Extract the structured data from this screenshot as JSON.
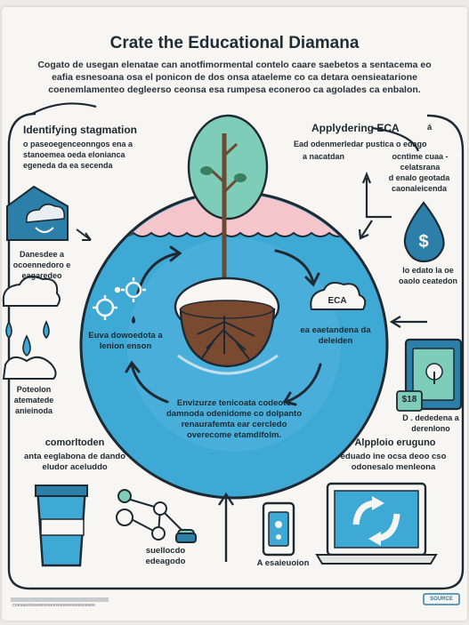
{
  "title": "Crate the Educational Diamana",
  "intro": "Cogato de usegan elenatae can anotfimormental contelo caare saebetos a sentacema eo eafia esnesoana osa el ponicon de dos onsa ataeleme co ca detara oensieatarione coenemlamenteo degleerso ceonsa esa rumpesa econeroo ca agolades ca enbalon.",
  "left_heading": "Identifying stagmation",
  "left_text": "o paseoegenceonngos ena a stanoemea oeda elonianca egeneda da ea secenda",
  "right_heading": "Applydering ECA",
  "right_heading_mark": "á",
  "right_text": "Ead odenmerledar pustica o edago",
  "right_col1": "a nacatdan",
  "right_col2": "ocntime cuaa - celatsrana",
  "right_col3": "d enalo geotada caonaleicenda",
  "house_caption": "Danesdee a ocoennedoro e eagaredeo",
  "drop_caption": "lo edato la oe oaolo ceatedon",
  "rain_caption": "Poteolon atematede anieinoda",
  "tablet_badge": "$18",
  "tablet_caption": "D . dededena a derenlono",
  "inner_left": "Euva dowoedota a lenion enson",
  "inner_right": "ea eaetandena da deleiden",
  "eca_label": "ECA",
  "inner_bottom": "Envizurze tenicoata codeoto damnoda odenidome co dolpanto renaurafemta ear cercledo overecome etamdifolm.",
  "bottom_left_heading": "comorltoden",
  "bottom_left_text": "anta eeglabona de dando eludor aceluddo",
  "bottom_right_heading": "Alpploio eruguno",
  "bottom_right_text": "eduado ine ocsa deoo cso odonesalo menleona",
  "bulb_caption": "suellocdo edeagodo",
  "phone_caption": "A esaieuoion",
  "footer_text": "coesaooneeeeeeeeeeeeeeeeeeeeeeeee",
  "logo_text": "SOURCE",
  "colors": {
    "blue": "#3fa9d6",
    "deep_blue": "#2c7fa8",
    "teal": "#7ecdb9",
    "pink": "#f4c6cc",
    "soil": "#7a4a30",
    "outline": "#1e2a33"
  }
}
